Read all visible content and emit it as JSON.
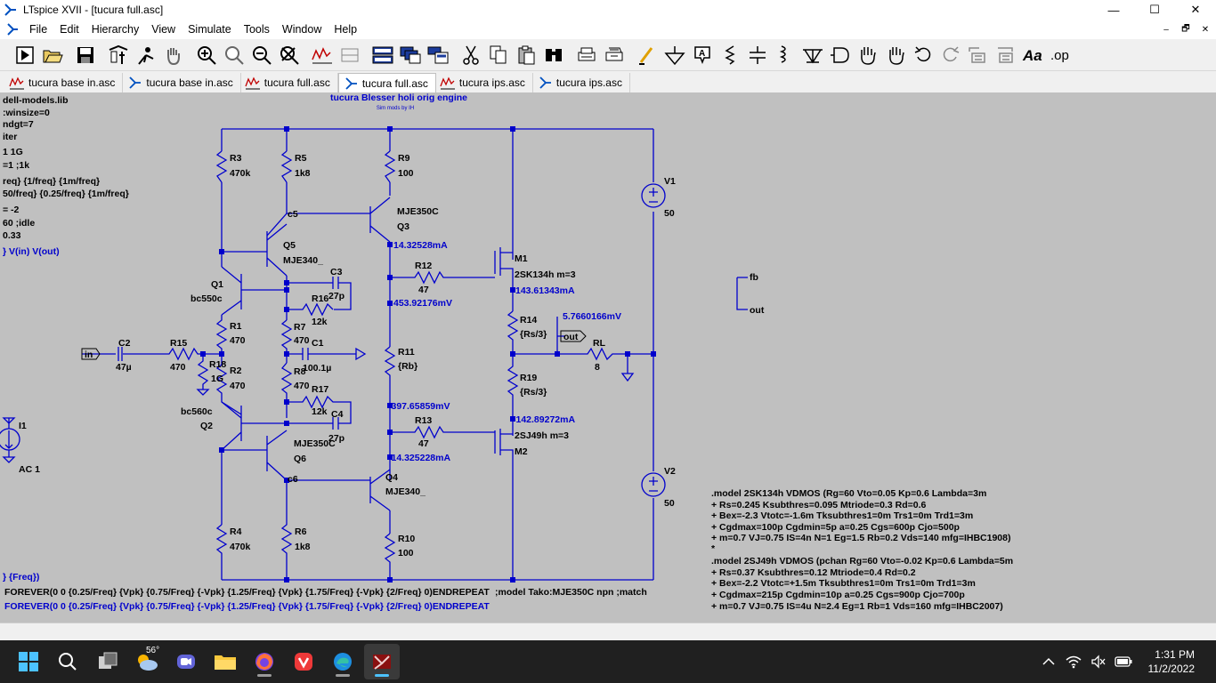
{
  "window": {
    "title": "LTspice XVII - [tucura full.asc]",
    "minimize": "—",
    "maximize": "☐",
    "close": "✕"
  },
  "menu": [
    "File",
    "Edit",
    "Hierarchy",
    "View",
    "Simulate",
    "Tools",
    "Window",
    "Help"
  ],
  "mdi": {
    "minimize": "–",
    "restore": "🗗",
    "close": "✕"
  },
  "toolbar": {
    "icons": [
      "run-icon",
      "open-icon",
      "save-icon",
      "control-panel-icon",
      "probe-icon",
      "pan-icon",
      "zoom-in-icon",
      "zoom-area-icon",
      "zoom-out-icon",
      "zoom-cancel-icon",
      "waveform-icon",
      "schematic-icon",
      "tile-horizontal-icon",
      "cascade-icon",
      "tile-vertical-icon",
      "cut-icon",
      "copy-icon",
      "paste-icon",
      "find-icon",
      "print-icon",
      "print-setup-icon",
      "draw-wire-icon",
      "ground-icon",
      "label-net-icon",
      "resistor-icon",
      "capacitor-icon",
      "inductor-icon",
      "diode-icon",
      "component-icon",
      "move-icon",
      "drag-icon",
      "undo-icon",
      "redo-icon",
      "rotate-icon",
      "mirror-icon",
      "text-icon",
      "spice-directive-icon"
    ],
    "text_label": "Aa",
    "op_label": ".op"
  },
  "tabs": [
    {
      "label": "tucura base in.asc",
      "type": "waveform",
      "active": false
    },
    {
      "label": "tucura base in.asc",
      "type": "schematic",
      "active": false
    },
    {
      "label": "tucura full.asc",
      "type": "waveform",
      "active": false
    },
    {
      "label": "tucura full.asc",
      "type": "schematic",
      "active": true
    },
    {
      "label": "tucura ips.asc",
      "type": "waveform",
      "active": false
    },
    {
      "label": "tucura ips.asc",
      "type": "schematic",
      "active": false
    }
  ],
  "schematic": {
    "heading": "tucura Blesser holi orig engine",
    "subheading": "Sim mods by IH",
    "left_directives": [
      "dell-models.lib",
      ":winsize=0",
      "ndgt=7",
      "iter",
      "1 1G",
      "=1 ;1k",
      "req} {1/freq} {1m/freq}",
      "50/freq} {0.25/freq} {1m/freq}",
      "= -2",
      "60 ;idle",
      "0.33"
    ],
    "probe_line": "} V(in) V(out)",
    "freq_fragment": "} {Freq})",
    "bottom_line_1": "FOREVER(0 0 {0.25/Freq} {Vpk} {0.75/Freq} {-Vpk} {1.25/Freq} {Vpk} {1.75/Freq} {-Vpk} {2/Freq} 0)ENDREPEAT",
    "bottom_line_1_overlap": ";model Tako:MJE350C npn ;match",
    "bottom_line_2": "FOREVER(0 0 {0.25/Freq} {Vpk} {0.75/Freq} {-Vpk} {1.25/Freq} {Vpk} {1.75/Freq} {-Vpk} {2/Freq} 0)ENDREPEAT",
    "components": {
      "R3": "R3",
      "R3v": "470k",
      "R5": "R5",
      "R5v": "1k8",
      "R9": "R9",
      "R9v": "100",
      "c5": "c5",
      "Q3": "Q3",
      "Q3m": "MJE350C",
      "Q5": "Q5",
      "Q5m": "MJE340_",
      "Q1": "Q1",
      "Q1m": "bc550c",
      "C3": "C3",
      "C3v": "27p",
      "R16": "R16",
      "R16v": "12k",
      "R1": "R1",
      "R1v": "470",
      "R7": "R7",
      "R7v": "470",
      "C1": "C1",
      "C1v": "100.1µ",
      "C2": "C2",
      "C2v": "47µ",
      "R15": "R15",
      "R15v": "470",
      "R18": "R18",
      "R18v": "1G",
      "R2": "R2",
      "R2v": "470",
      "R8": "R8",
      "R8v": "470",
      "R17": "R17",
      "R17v": "12k",
      "C4": "C4",
      "C4v": "27p",
      "Q2": "Q2",
      "Q2m": "bc560c",
      "Q6": "Q6",
      "Q6m": "MJE350C",
      "c6": "c6",
      "Q4": "Q4",
      "Q4m": "MJE340_",
      "R4": "R4",
      "R4v": "470k",
      "R6": "R6",
      "R6v": "1k8",
      "R10": "R10",
      "R10v": "100",
      "R11": "R11",
      "R11v": "{Rb}",
      "R12": "R12",
      "R12v": "47",
      "R13": "R13",
      "R13v": "47",
      "M1": "M1",
      "M1m": "2SK134h m=3",
      "M2": "M2",
      "M2m": "2SJ49h m=3",
      "R14": "R14",
      "R14v": "{Rs/3}",
      "R19": "R19",
      "R19v": "{Rs/3}",
      "RL": "RL",
      "RLv": "8",
      "V1": "V1",
      "V1v": "50",
      "V2": "V2",
      "V2v": "50",
      "I1": "I1",
      "I1v": "AC 1",
      "in": "in",
      "out": "out",
      "fb": "fb",
      "out2": "out"
    },
    "probes": {
      "p1": "14.32528mA",
      "p2": "143.61343mA",
      "p3": "453.92176mV",
      "p4": "5.7660166mV",
      "p5": "-397.65859mV",
      "p6": "-142.89272mA",
      "p7": "-14.325228mA"
    },
    "models": [
      ".model 2SK134h VDMOS (Rg=60 Vto=0.05 Kp=0.6 Lambda=3m",
      "+ Rs=0.245 Ksubthres=0.095 Mtriode=0.3 Rd=0.6",
      "+ Bex=-2.3 Vtotc=-1.6m Tksubthres1=0m Trs1=0m Trd1=3m",
      "+ Cgdmax=100p Cgdmin=5p a=0.25 Cgs=600p Cjo=500p",
      "+ m=0.7 VJ=0.75 IS=4n N=1 Eg=1.5 Rb=0.2 Vds=140 mfg=IHBC1908)",
      "*",
      ".model 2SJ49h VDMOS (pchan Rg=60 Vto=-0.02 Kp=0.6 Lambda=5m",
      "+ Rs=0.37 Ksubthres=0.12 Mtriode=0.4 Rd=0.2",
      "+ Bex=-2.2 Vtotc=+1.5m Tksubthres1=0m Trs1=0m Trd1=3m",
      "+ Cgdmax=215p Cgdmin=10p a=0.25 Cgs=900p Cjo=700p",
      "+ m=0.7 VJ=0.75 IS=4u N=2.4 Eg=1 Rb=1 Vds=160 mfg=IHBC2007)"
    ]
  },
  "taskbar": {
    "weather_temp": "56°",
    "time": "1:31 PM",
    "date": "11/2/2022"
  },
  "colors": {
    "wire": "#0000cc",
    "canvas": "#c0c0c0",
    "text_blue": "#0000cc",
    "taskbar": "#202020"
  }
}
